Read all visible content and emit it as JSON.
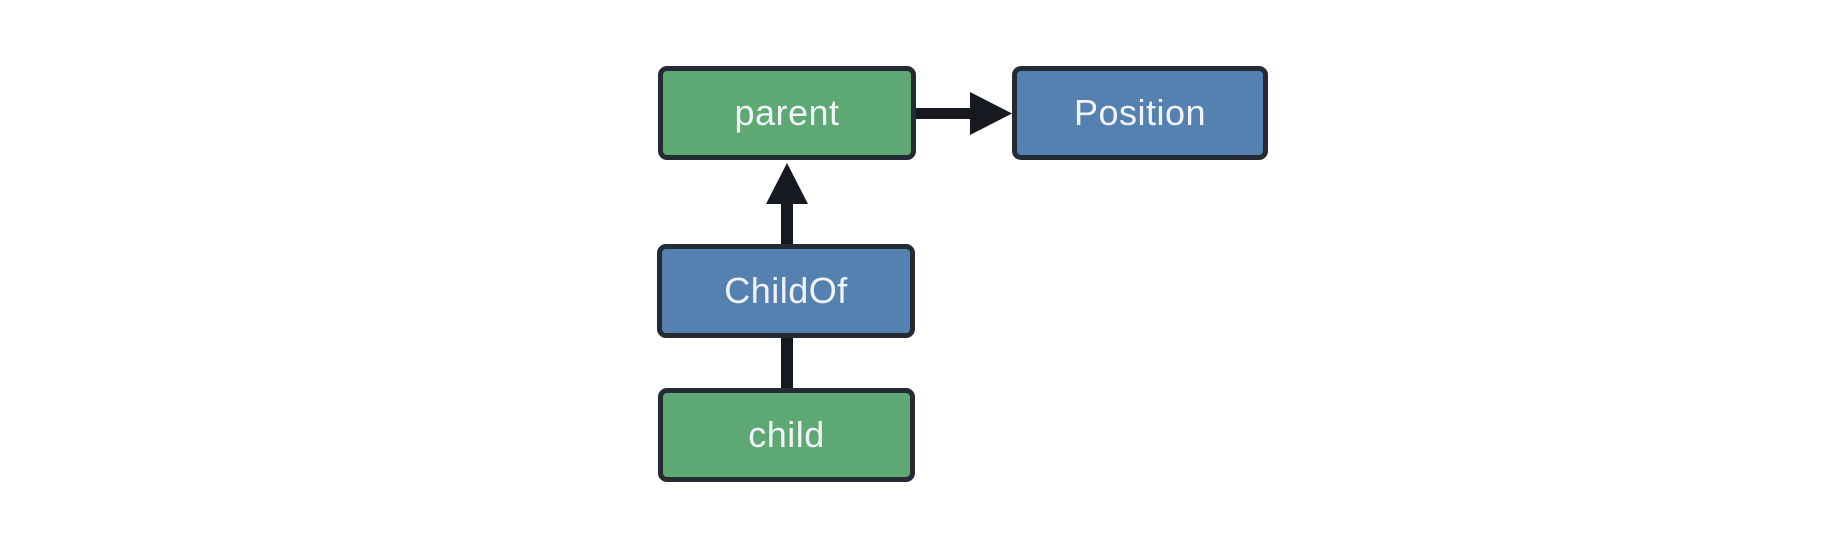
{
  "diagram": {
    "background": "#ffffff",
    "colors": {
      "entity_fill": "#5ea874",
      "component_fill": "#5581b1",
      "node_border": "#252b35",
      "arrow": "#16191f",
      "label_text": "#f1f3f8"
    },
    "nodes": [
      {
        "id": "parent",
        "label": "parent",
        "type": "entity"
      },
      {
        "id": "Position",
        "label": "Position",
        "type": "component"
      },
      {
        "id": "ChildOf",
        "label": "ChildOf",
        "type": "relationship"
      },
      {
        "id": "child",
        "label": "child",
        "type": "entity"
      }
    ],
    "edges": [
      {
        "from": "parent",
        "to": "Position",
        "direction": "right",
        "arrowhead": true
      },
      {
        "from": "ChildOf",
        "to": "parent",
        "direction": "up",
        "arrowhead": true
      },
      {
        "from": "child",
        "to": "ChildOf",
        "direction": "up",
        "arrowhead": false
      }
    ]
  }
}
